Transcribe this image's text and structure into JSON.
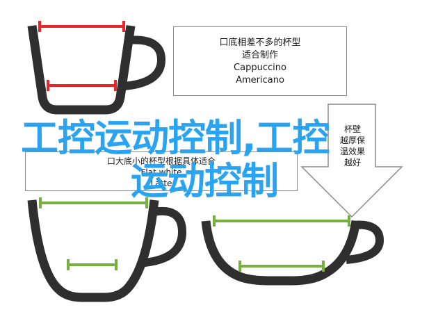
{
  "diagram": {
    "note_top": {
      "lines": [
        "口底相差不多的杯型",
        "适合制作",
        "Cappuccino",
        "Americano"
      ]
    },
    "note_middle": {
      "lines": [
        "口大底小的杯型根据具体适合",
        "Flat white",
        "Latte"
      ]
    },
    "note_side": {
      "lines": [
        "杯壁",
        "越厚保",
        "温效果",
        "越好"
      ]
    },
    "overlay_title": {
      "line1": "工控运动控制,工控",
      "line2": "运动控制"
    },
    "colors": {
      "cup_stroke": "#2f2f2f",
      "red_marker": "#e8262a",
      "green_marker": "#76b041",
      "overlay_text": "#2aa4f0"
    }
  }
}
